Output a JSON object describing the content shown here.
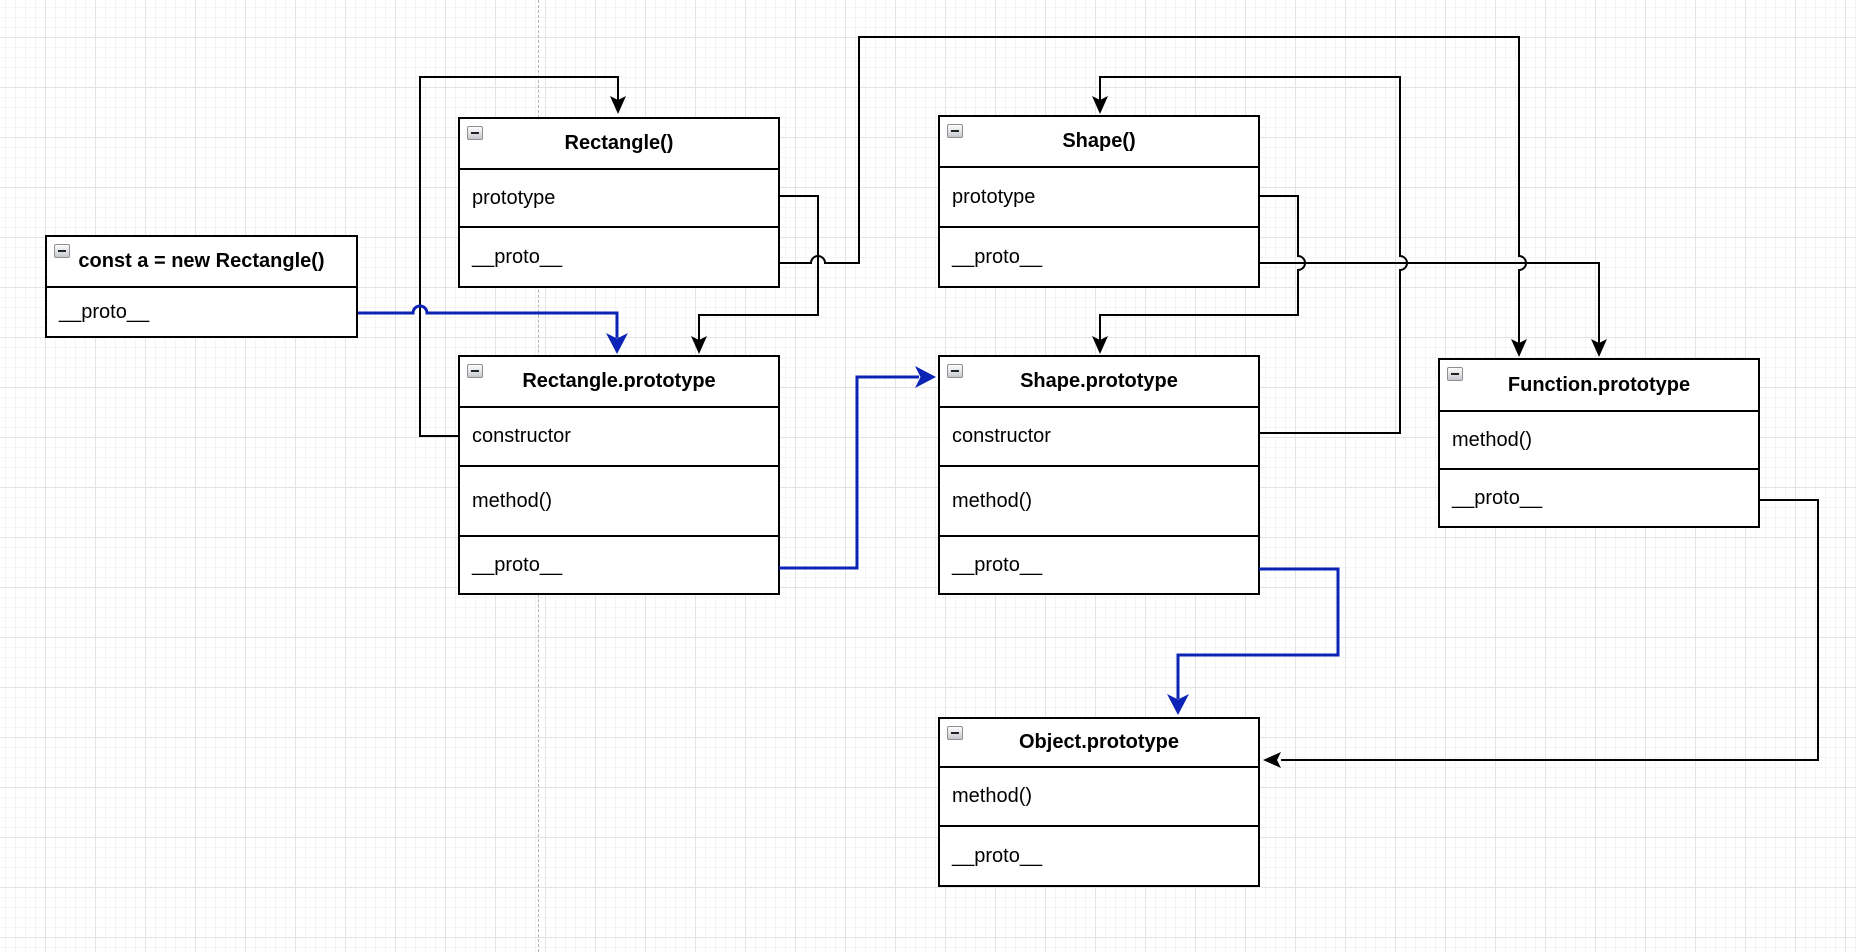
{
  "app": {
    "title": "JavaScript prototype chain diagram"
  },
  "colors": {
    "line_black": "#000000",
    "line_blue": "#0b24b5",
    "box_border": "#000000",
    "box_background": "#ffffff",
    "grid_major": "#e4e4e4",
    "grid_minor": "#f4f4f4",
    "page_boundary_dash": "#b5b5b5"
  },
  "icons": {
    "collapse_glyph": "minus"
  },
  "boxes": [
    {
      "id": "const-a",
      "title": "const a = new Rectangle()",
      "rows": [
        "__proto__"
      ]
    },
    {
      "id": "rectangle-fn",
      "title": "Rectangle()",
      "rows": [
        "prototype",
        "__proto__"
      ]
    },
    {
      "id": "shape-fn",
      "title": "Shape()",
      "rows": [
        "prototype",
        "__proto__"
      ]
    },
    {
      "id": "rectangle-prototype",
      "title": "Rectangle.prototype",
      "rows": [
        "constructor",
        "method()",
        "__proto__"
      ]
    },
    {
      "id": "shape-prototype",
      "title": "Shape.prototype",
      "rows": [
        "constructor",
        "method()",
        "__proto__"
      ]
    },
    {
      "id": "function-prototype",
      "title": "Function.prototype",
      "rows": [
        "method()",
        "__proto__"
      ]
    },
    {
      "id": "object-prototype",
      "title": "Object.prototype",
      "rows": [
        "method()",
        "__proto__"
      ]
    }
  ],
  "connections": [
    {
      "from": "const a.__proto__",
      "to": "Rectangle.prototype (top)",
      "color": "blue"
    },
    {
      "from": "Rectangle().prototype",
      "to": "Rectangle.prototype (top)",
      "color": "black"
    },
    {
      "from": "Rectangle().__proto__",
      "to": "Function.prototype (top)",
      "color": "black"
    },
    {
      "from": "Rectangle.prototype.constructor",
      "to": "Rectangle() (top)",
      "color": "black"
    },
    {
      "from": "Rectangle.prototype.__proto__",
      "to": "Shape.prototype (left)",
      "color": "blue"
    },
    {
      "from": "Shape().prototype",
      "to": "Shape.prototype (top)",
      "color": "black"
    },
    {
      "from": "Shape().__proto__",
      "to": "Function.prototype (top)",
      "color": "black"
    },
    {
      "from": "Shape.prototype.constructor",
      "to": "Shape() (top)",
      "color": "black"
    },
    {
      "from": "Shape.prototype.__proto__",
      "to": "Object.prototype (top)",
      "color": "blue"
    },
    {
      "from": "Function.prototype.__proto__",
      "to": "Object.prototype (right)",
      "color": "black"
    }
  ]
}
